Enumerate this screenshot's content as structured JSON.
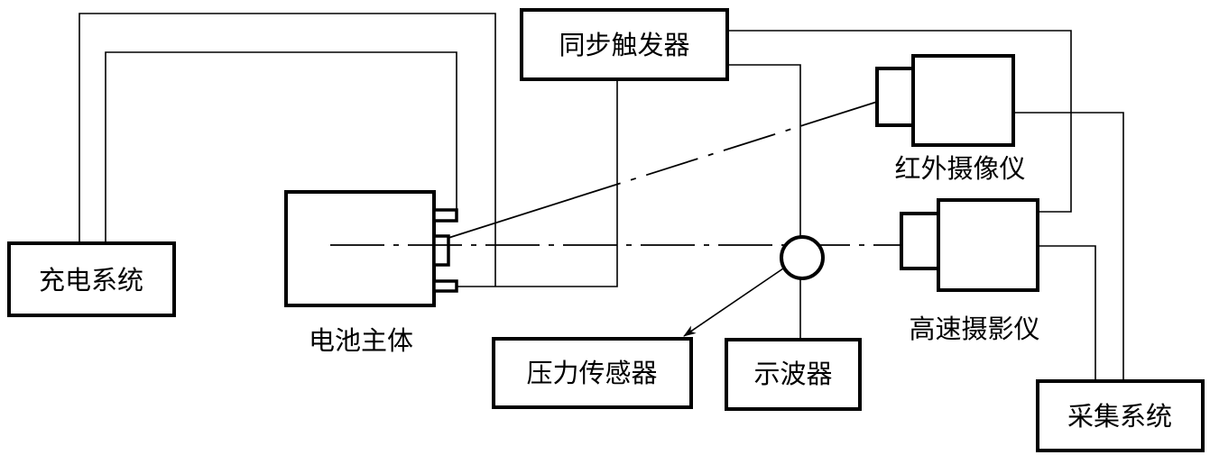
{
  "labels": {
    "charging_system": "充电系统",
    "battery_body": "电池主体",
    "sync_trigger": "同步触发器",
    "infrared_camera": "红外摄像仪",
    "high_speed_camera": "高速摄影仪",
    "pressure_sensor": "压力传感器",
    "oscilloscope": "示波器",
    "acquisition_system": "采集系统"
  },
  "colors": {
    "line": "#000000",
    "background": "#ffffff"
  }
}
